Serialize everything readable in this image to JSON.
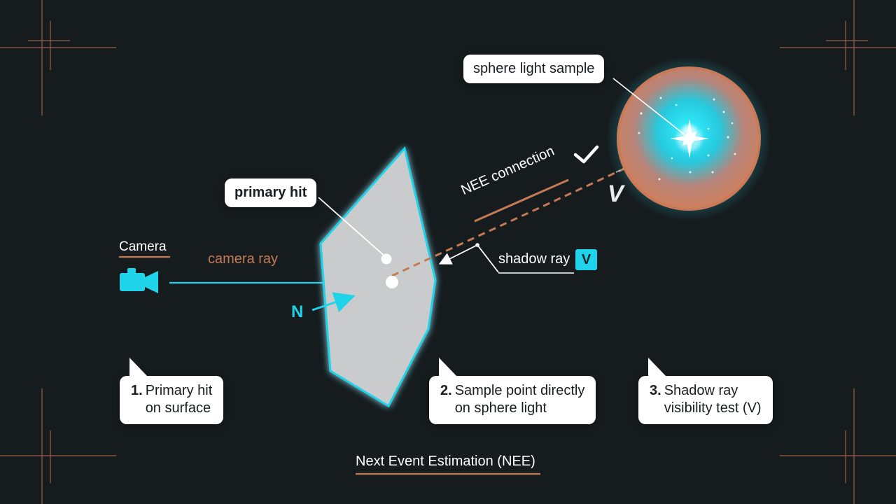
{
  "labels": {
    "camera": "Camera",
    "camera_ray": "camera ray",
    "normal": "N",
    "primary_hit": "primary hit",
    "sphere_light_sample": "sphere light sample",
    "nee_connection": "NEE connection",
    "v_symbol": "V",
    "shadow_ray": "shadow ray",
    "shadow_ray_badge": "V"
  },
  "steps": [
    {
      "num": "1.",
      "text": "Primary hit\non surface"
    },
    {
      "num": "2.",
      "text": "Sample point directly\non sphere light"
    },
    {
      "num": "3.",
      "text": "Shadow ray\nvisibility test (V)"
    }
  ],
  "footer": {
    "title": "Next Event Estimation (NEE)"
  },
  "colors": {
    "background": "#161b1e",
    "cyan": "#1fd3ea",
    "orange": "#c57a56",
    "surface": "#c9cbcc",
    "white": "#ffffff"
  },
  "icons": {
    "camera": "video-camera-icon",
    "check": "checkmark-icon",
    "light": "sparkle-icon"
  }
}
